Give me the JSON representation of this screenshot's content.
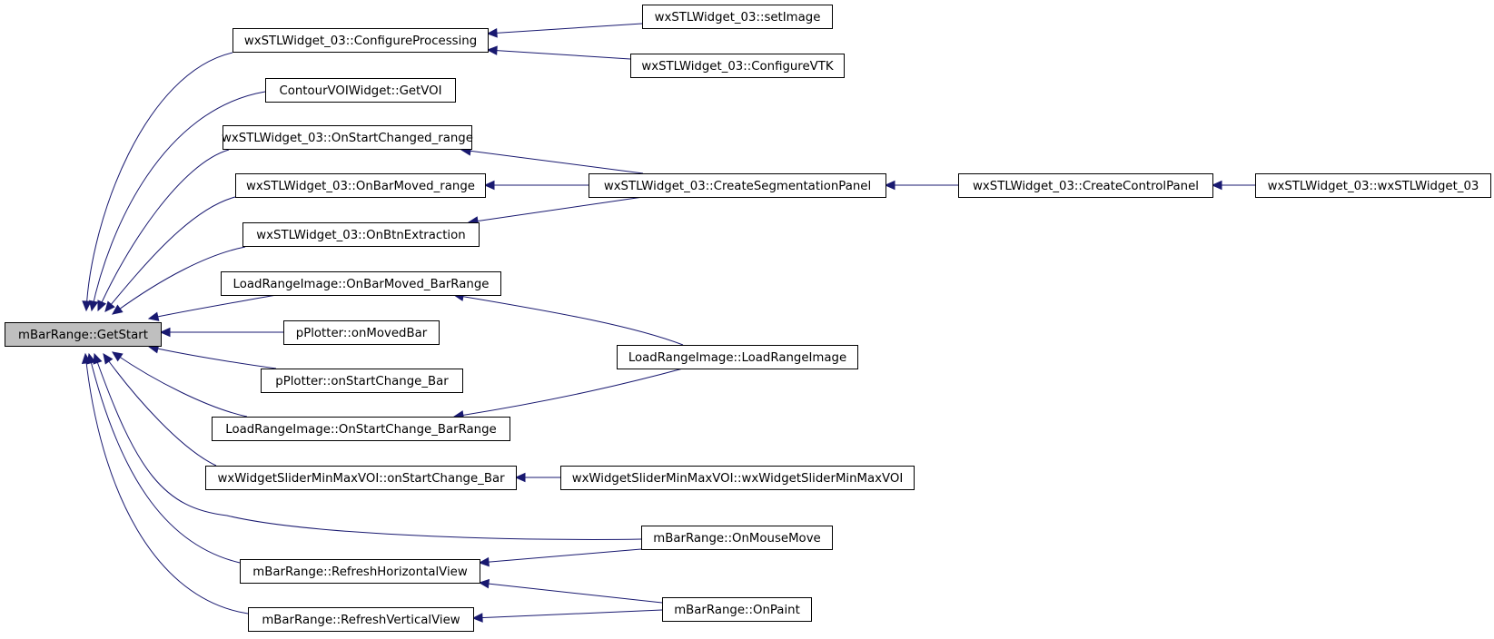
{
  "diagram": {
    "edge_color": "#191970",
    "root_fill": "#bfbfbf",
    "nodes": [
      {
        "id": "root",
        "label": "mBarRange::GetStart",
        "root": true
      },
      {
        "id": "cfgproc",
        "label": "wxSTLWidget_03::ConfigureProcessing"
      },
      {
        "id": "setimage",
        "label": "wxSTLWidget_03::setImage"
      },
      {
        "id": "cfgvtk",
        "label": "wxSTLWidget_03::ConfigureVTK"
      },
      {
        "id": "getvoi",
        "label": "ContourVOIWidget::GetVOI"
      },
      {
        "id": "onstartrange",
        "label": "wxSTLWidget_03::OnStartChanged_range"
      },
      {
        "id": "onbarmovedrange",
        "label": "wxSTLWidget_03::OnBarMoved_range"
      },
      {
        "id": "createseg",
        "label": "wxSTLWidget_03::CreateSegmentationPanel"
      },
      {
        "id": "createctrl",
        "label": "wxSTLWidget_03::CreateControlPanel"
      },
      {
        "id": "ctor",
        "label": "wxSTLWidget_03::wxSTLWidget_03"
      },
      {
        "id": "onbtnext",
        "label": "wxSTLWidget_03::OnBtnExtraction"
      },
      {
        "id": "lri_barmoved",
        "label": "LoadRangeImage::OnBarMoved_BarRange"
      },
      {
        "id": "lri_load",
        "label": "LoadRangeImage::LoadRangeImage"
      },
      {
        "id": "pp_moved",
        "label": "pPlotter::onMovedBar"
      },
      {
        "id": "pp_startbar",
        "label": "pPlotter::onStartChange_Bar"
      },
      {
        "id": "lri_startchange",
        "label": "LoadRangeImage::OnStartChange_BarRange"
      },
      {
        "id": "wxs_startbar",
        "label": "wxWidgetSliderMinMaxVOI::onStartChange_Bar"
      },
      {
        "id": "wxs_ctor",
        "label": "wxWidgetSliderMinMaxVOI::wxWidgetSliderMinMaxVOI"
      },
      {
        "id": "mouse",
        "label": "mBarRange::OnMouseMove"
      },
      {
        "id": "refh",
        "label": "mBarRange::RefreshHorizontalView"
      },
      {
        "id": "paint",
        "label": "mBarRange::OnPaint"
      },
      {
        "id": "refv",
        "label": "mBarRange::RefreshVerticalView"
      }
    ],
    "edges": [
      {
        "from": "cfgproc",
        "to": "root"
      },
      {
        "from": "getvoi",
        "to": "root"
      },
      {
        "from": "onstartrange",
        "to": "root"
      },
      {
        "from": "onbarmovedrange",
        "to": "root"
      },
      {
        "from": "onbtnext",
        "to": "root"
      },
      {
        "from": "lri_barmoved",
        "to": "root"
      },
      {
        "from": "pp_moved",
        "to": "root"
      },
      {
        "from": "pp_startbar",
        "to": "root"
      },
      {
        "from": "lri_startchange",
        "to": "root"
      },
      {
        "from": "wxs_startbar",
        "to": "root"
      },
      {
        "from": "mouse",
        "to": "root"
      },
      {
        "from": "refh",
        "to": "root"
      },
      {
        "from": "refv",
        "to": "root"
      },
      {
        "from": "setimage",
        "to": "cfgproc"
      },
      {
        "from": "cfgvtk",
        "to": "cfgproc"
      },
      {
        "from": "createseg",
        "to": "onstartrange"
      },
      {
        "from": "createseg",
        "to": "onbarmovedrange"
      },
      {
        "from": "createseg",
        "to": "onbtnext"
      },
      {
        "from": "createctrl",
        "to": "createseg"
      },
      {
        "from": "ctor",
        "to": "createctrl"
      },
      {
        "from": "lri_load",
        "to": "lri_barmoved"
      },
      {
        "from": "lri_load",
        "to": "lri_startchange"
      },
      {
        "from": "wxs_ctor",
        "to": "wxs_startbar"
      },
      {
        "from": "mouse",
        "to": "refh"
      },
      {
        "from": "paint",
        "to": "refh"
      },
      {
        "from": "paint",
        "to": "refv"
      }
    ]
  }
}
